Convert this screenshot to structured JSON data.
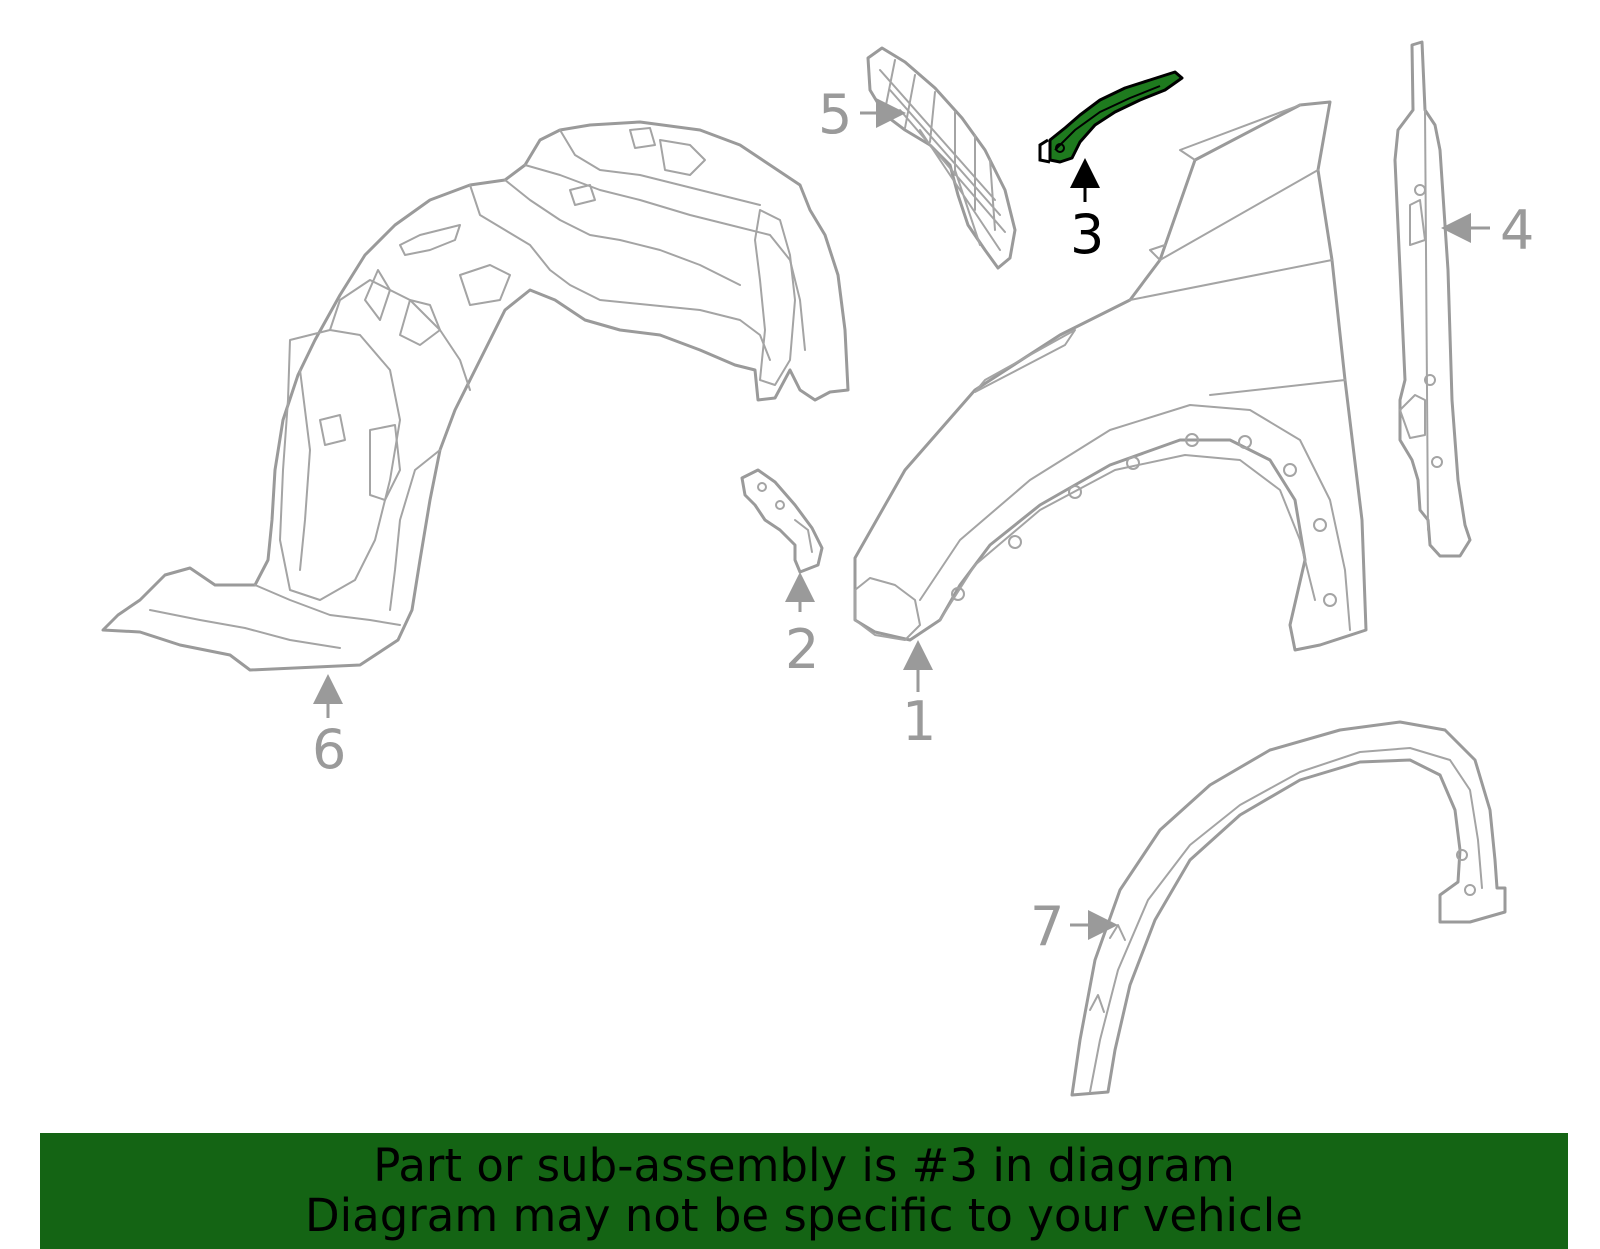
{
  "callouts": [
    {
      "id": "1",
      "label": "1",
      "highlighted": false
    },
    {
      "id": "2",
      "label": "2",
      "highlighted": false
    },
    {
      "id": "3",
      "label": "3",
      "highlighted": true
    },
    {
      "id": "4",
      "label": "4",
      "highlighted": false
    },
    {
      "id": "5",
      "label": "5",
      "highlighted": false
    },
    {
      "id": "6",
      "label": "6",
      "highlighted": false
    },
    {
      "id": "7",
      "label": "7",
      "highlighted": false
    }
  ],
  "banner": {
    "line1": "Part or sub-assembly is #3 in diagram",
    "line2": "Diagram may not be specific to your vehicle"
  },
  "colors": {
    "banner_bg": "#146414",
    "highlight_fill": "#1e7a1e",
    "part_stroke": "#9a9a9a",
    "label_gray": "#9a9a9a",
    "label_active": "#000000"
  }
}
